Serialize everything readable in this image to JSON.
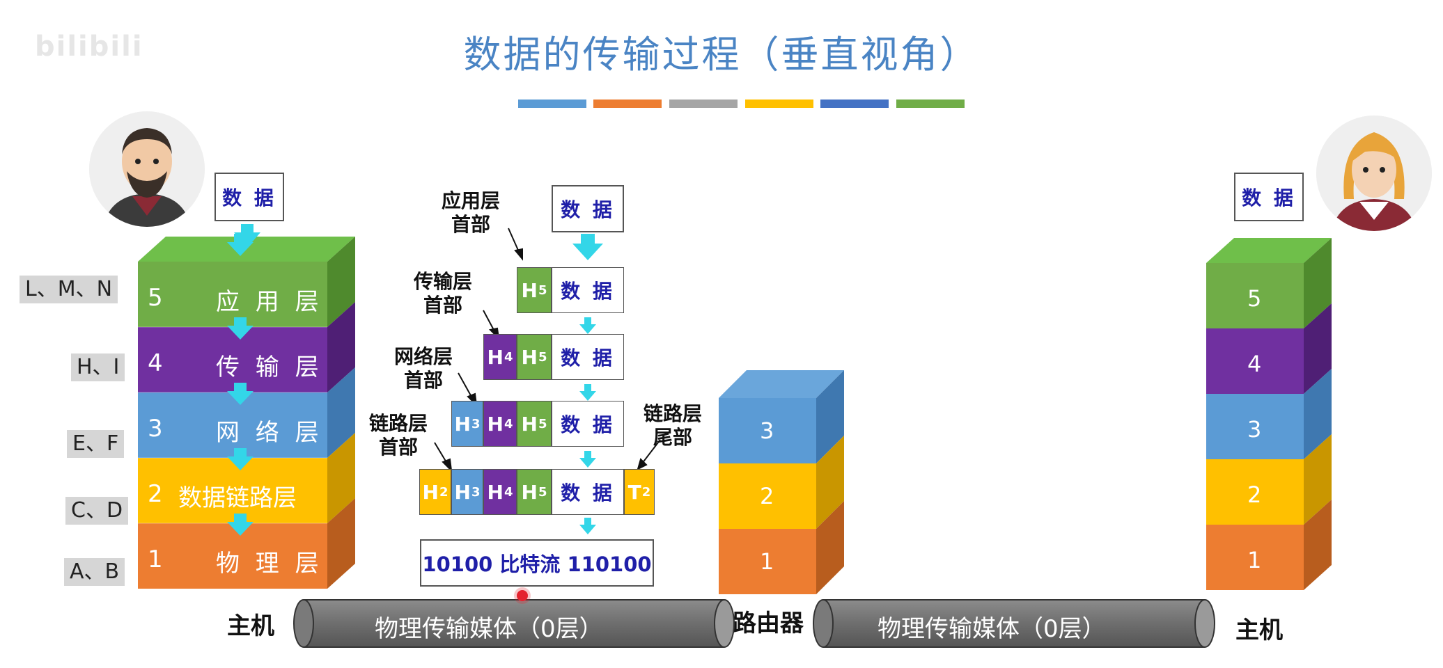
{
  "title": "数据的传输过程（垂直视角）",
  "watermark": "bilibili",
  "colors": {
    "title": "#4a84c4",
    "application": "#70ad47",
    "transport": "#7030a0",
    "network": "#5b9bd5",
    "datalink": "#ffc000",
    "physical": "#ed7d31",
    "arrow": "#33d6e8",
    "data_text": "#1f1fa8",
    "swatches": [
      "#5b9bd5",
      "#ed7d31",
      "#a5a5a5",
      "#ffc000",
      "#4472c4",
      "#70ad47"
    ]
  },
  "left_host": {
    "data_label": "数 据",
    "layers": [
      {
        "num": "5",
        "name": "应 用 层",
        "protocols": "L、M、N"
      },
      {
        "num": "4",
        "name": "传 输 层",
        "protocols": "H、I"
      },
      {
        "num": "3",
        "name": "网 络 层",
        "protocols": "E、F"
      },
      {
        "num": "2",
        "name": "数据链路层",
        "protocols": "C、D"
      },
      {
        "num": "1",
        "name": "物 理 层",
        "protocols": "A、B"
      }
    ],
    "label": "主机"
  },
  "encapsulation": {
    "data_label": "数 据",
    "app_header_label": "应用层\n首部",
    "transport_header_label": "传输层\n首部",
    "network_header_label": "网络层\n首部",
    "link_header_label": "链路层\n首部",
    "link_trailer_label": "链路层\n尾部",
    "h5": "H",
    "h5_sub": "5",
    "h4": "H",
    "h4_sub": "4",
    "h3": "H",
    "h3_sub": "3",
    "h2": "H",
    "h2_sub": "2",
    "t2": "T",
    "t2_sub": "2",
    "bitstream": "10100 比特流 110100"
  },
  "router": {
    "layers": [
      "3",
      "2",
      "1"
    ],
    "label": "路由器"
  },
  "right_host": {
    "data_label": "数 据",
    "layers": [
      "5",
      "4",
      "3",
      "2",
      "1"
    ],
    "label": "主机"
  },
  "media": [
    {
      "label": "物理传输媒体（0层）"
    },
    {
      "label": "物理传输媒体（0层）"
    }
  ]
}
